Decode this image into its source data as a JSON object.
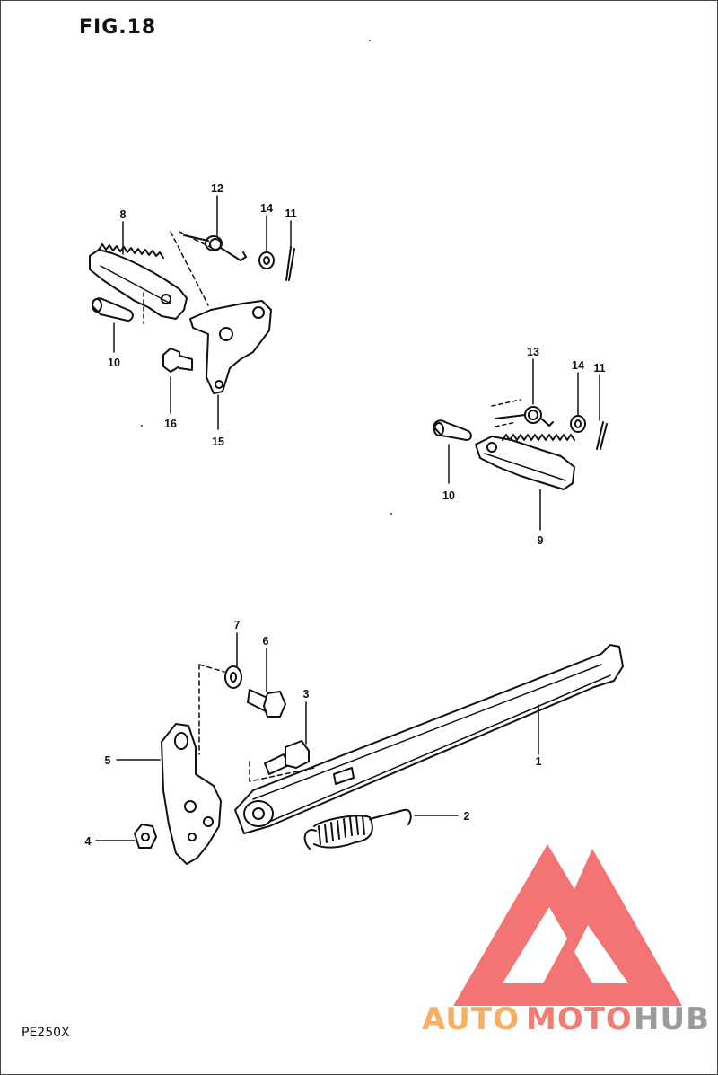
{
  "figure_title": "FIG.18",
  "model_code": "PE250X",
  "callouts": {
    "c1": "1",
    "c2": "2",
    "c3": "3",
    "c4": "4",
    "c5": "5",
    "c6": "6",
    "c7": "7",
    "c8": "8",
    "c9": "9",
    "c10a": "10",
    "c10b": "10",
    "c11a": "11",
    "c11b": "11",
    "c12": "12",
    "c13": "13",
    "c14a": "14",
    "c14b": "14",
    "c15": "15",
    "c16": "16"
  },
  "watermark": {
    "word_auto": "AUTO",
    "word_moto": "MOTO",
    "word_hub": "HUB",
    "colors": {
      "logo": "#f25c5c",
      "auto": "#f6a24a",
      "moto": "#f0645a",
      "hub": "#8a8a8a"
    }
  }
}
